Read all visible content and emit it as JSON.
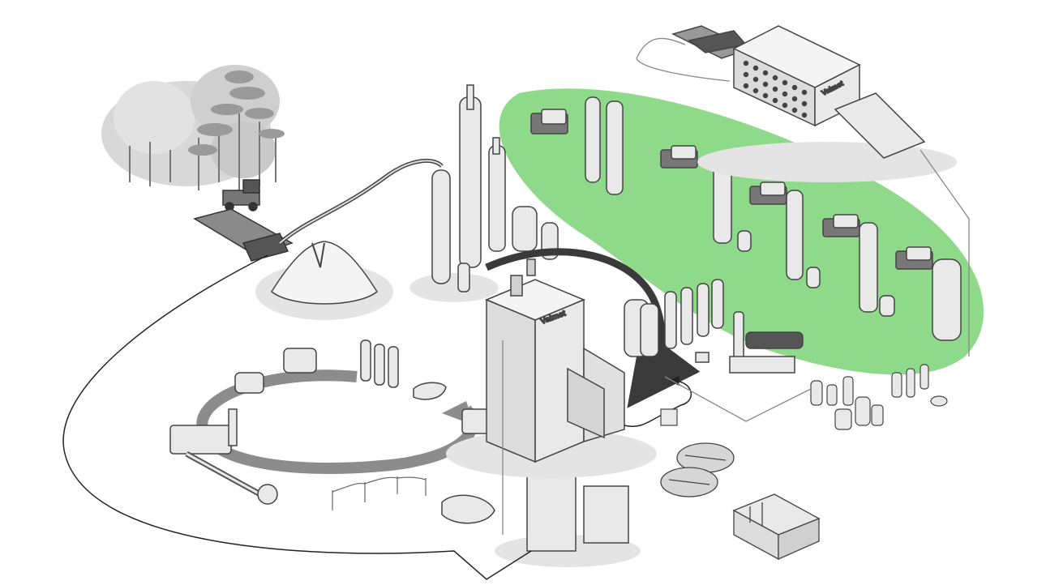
{
  "diagram": {
    "brand_labels": {
      "recovery_boiler": "Valmet",
      "machine_building": "Valmet"
    },
    "colors": {
      "biorefinery_zone": "#8fd98a",
      "structure_fill": "#e9e9e9",
      "structure_stroke": "#4a4a4a",
      "flow_arrow": "#3a3a3a",
      "recovery_cycle": "#8c8c8c",
      "forest": "#d4d4d4",
      "ground_shadow": "#e4e4e4"
    },
    "icons": [
      "forest",
      "harvester",
      "wood-yard-conveyor",
      "chip-pile",
      "digester-towers",
      "recovery-boiler",
      "power-boiler",
      "chemical-recovery-cycle",
      "lime-kiln",
      "biorefinery-zone",
      "paper-machine-building",
      "clarifier-basins",
      "effluent-treatment"
    ]
  }
}
